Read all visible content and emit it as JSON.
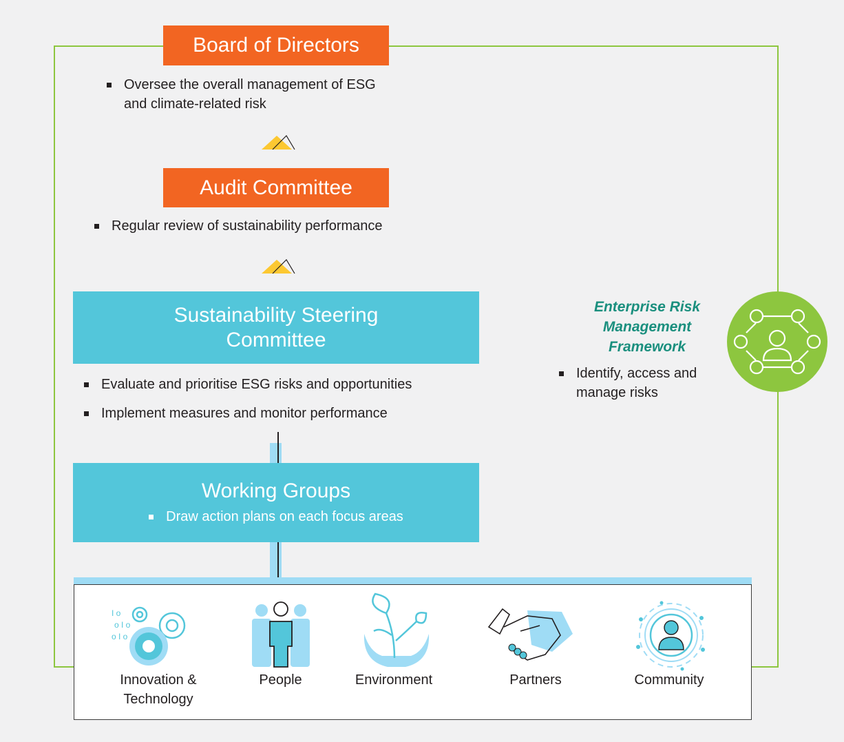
{
  "board": {
    "title": "Board of Directors",
    "bullets": [
      "Oversee the overall management of ESG",
      "and climate-related risk"
    ]
  },
  "audit": {
    "title": "Audit Committee",
    "bullets": [
      "Regular review of sustainability performance"
    ]
  },
  "steering": {
    "title_line1": "Sustainability Steering",
    "title_line2": "Committee",
    "bullets": [
      "Evaluate and prioritise ESG risks and opportunities",
      "Implement measures and monitor performance"
    ]
  },
  "working": {
    "title": "Working Groups",
    "bullet": "Draw action plans on each focus areas"
  },
  "erm": {
    "title_line1": "Enterprise Risk",
    "title_line2": "Management",
    "title_line3": "Framework",
    "bullet_line1": "Identify, access and",
    "bullet_line2": "manage risks",
    "icon": "network-people-icon"
  },
  "focus_areas": [
    {
      "label_line1": "Innovation &",
      "label_line2": "Technology",
      "icon": "gears-icon"
    },
    {
      "label_line1": "People",
      "label_line2": "",
      "icon": "people-icon"
    },
    {
      "label_line1": "Environment",
      "label_line2": "",
      "icon": "plant-hands-icon"
    },
    {
      "label_line1": "Partners",
      "label_line2": "",
      "icon": "handshake-icon"
    },
    {
      "label_line1": "Community",
      "label_line2": "",
      "icon": "community-icon"
    }
  ],
  "colors": {
    "orange": "#f26522",
    "teal": "#53c6da",
    "light_blue": "#9fdcf5",
    "green": "#8dc63f",
    "yellow": "#fcc831",
    "erm_text": "#1a8f7e"
  }
}
